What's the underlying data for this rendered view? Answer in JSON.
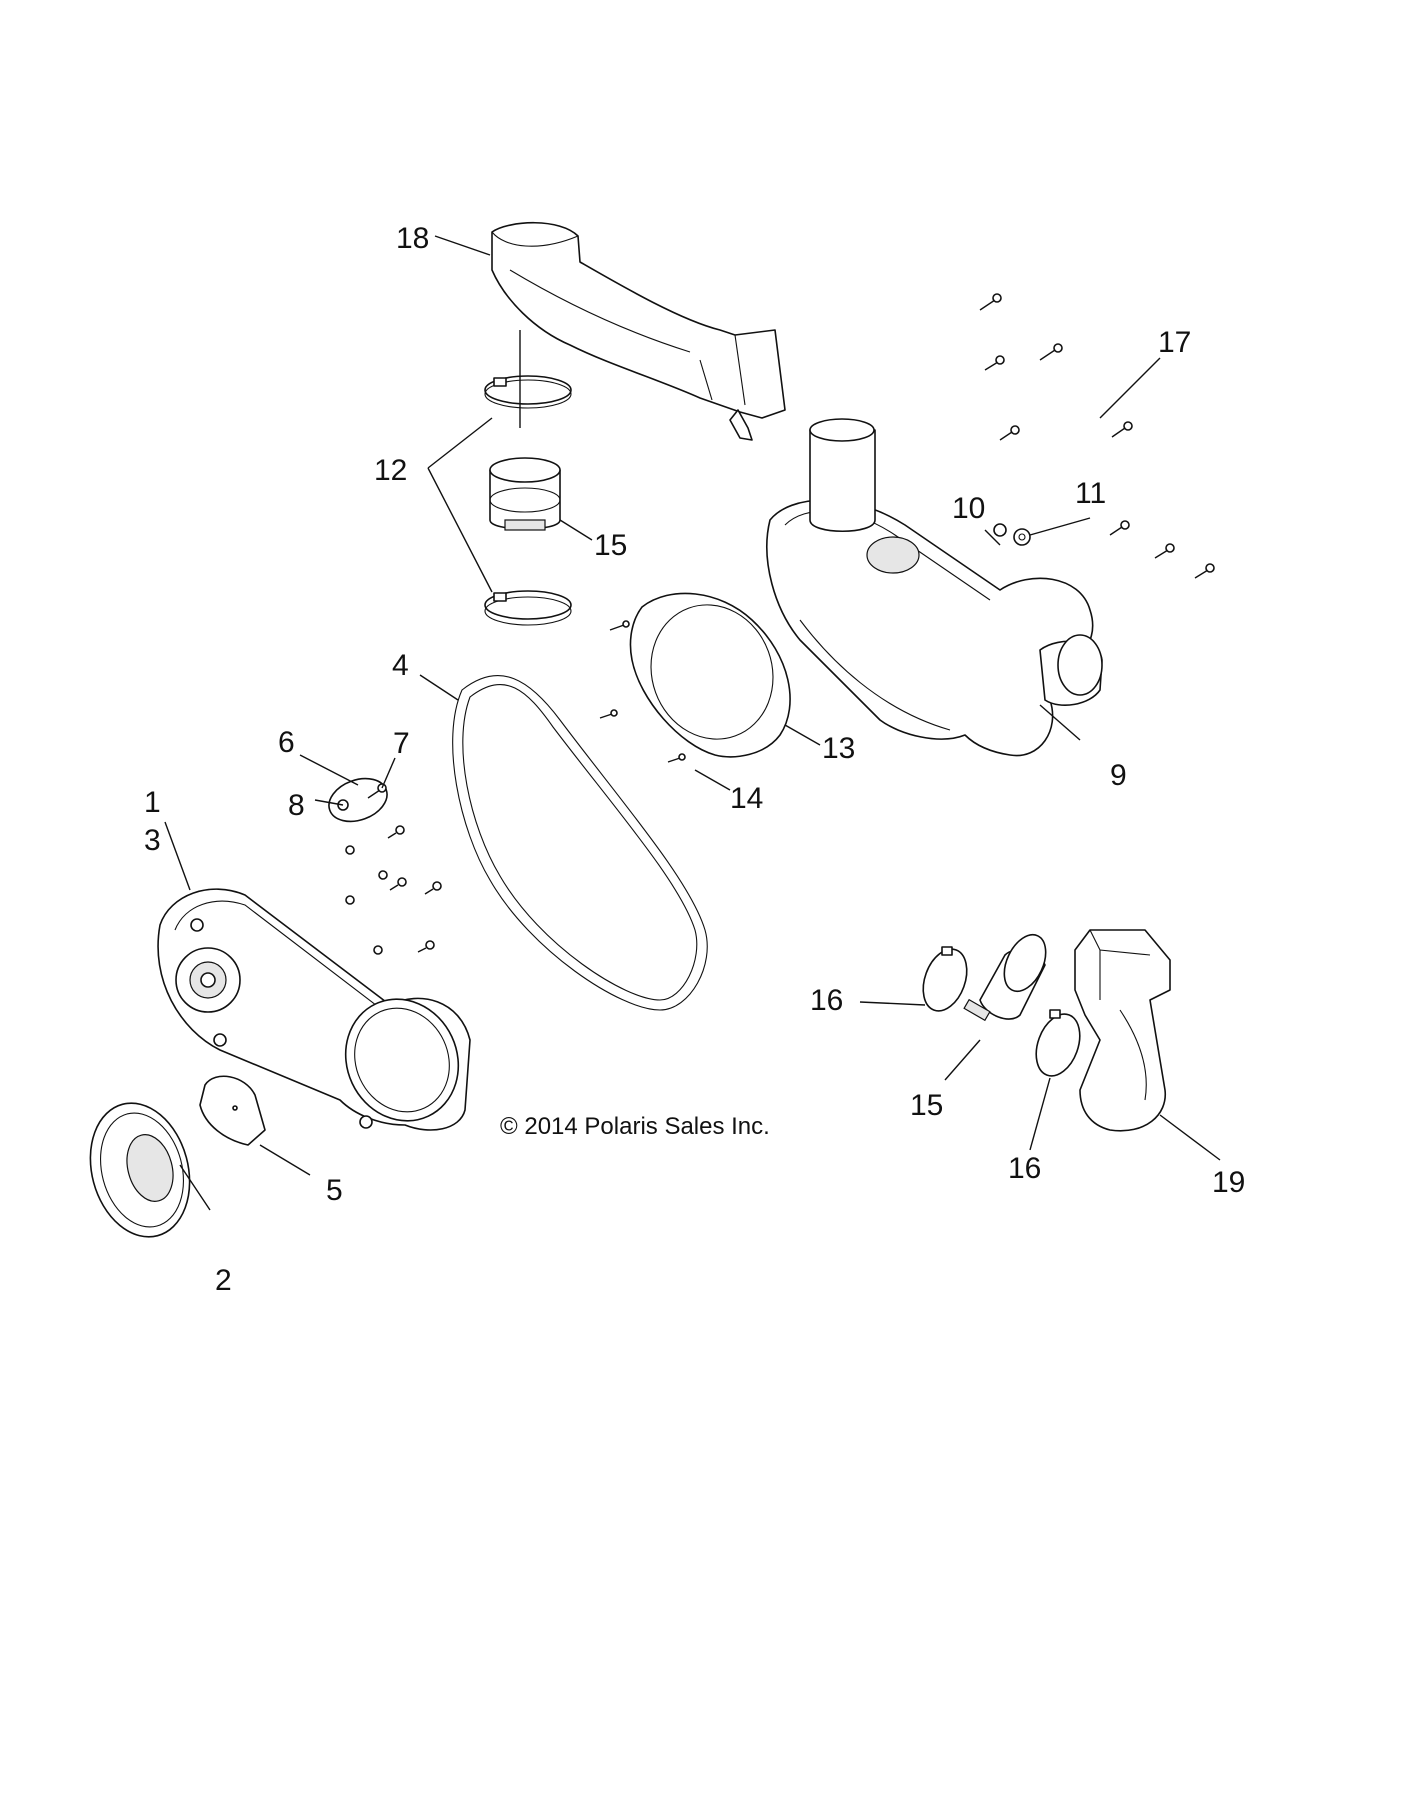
{
  "callouts": {
    "c1": "1",
    "c2": "2",
    "c3": "3",
    "c4": "4",
    "c5": "5",
    "c6": "6",
    "c7": "7",
    "c8": "8",
    "c9": "9",
    "c10": "10",
    "c11": "11",
    "c12": "12",
    "c13": "13",
    "c14": "14",
    "c15a": "15",
    "c15b": "15",
    "c16a": "16",
    "c16b": "16",
    "c17": "17",
    "c18": "18",
    "c19": "19"
  },
  "copyright": "© 2014 Polaris Sales Inc."
}
